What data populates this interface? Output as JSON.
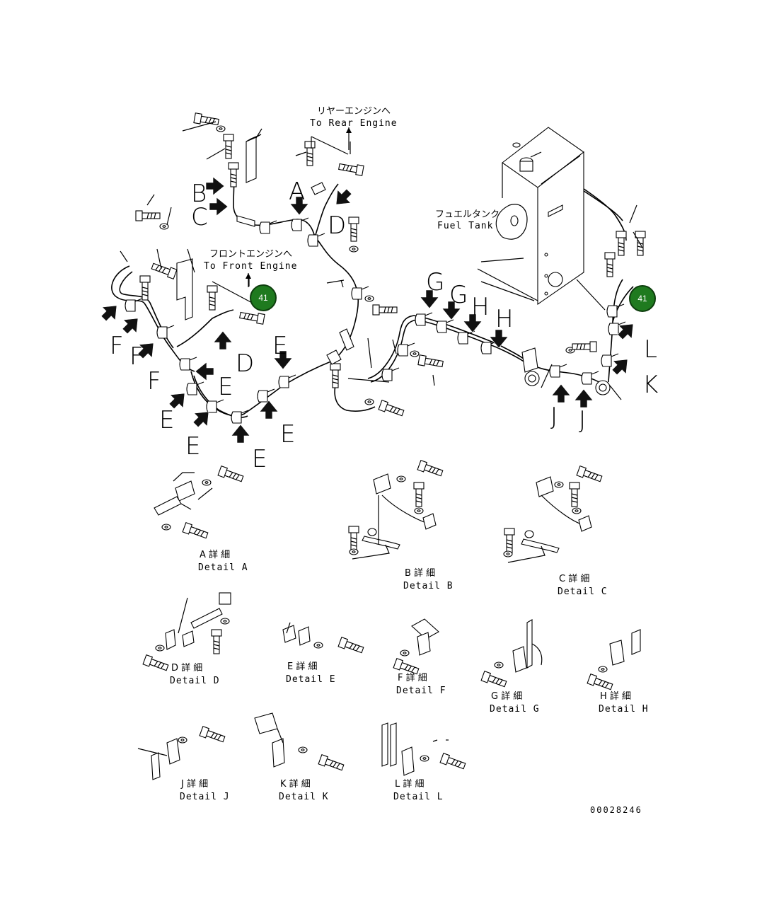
{
  "destinations": {
    "rear_jp": "リヤーエンジンへ",
    "rear_en": "To Rear Engine",
    "front_jp": "フロントエンジンへ",
    "front_en": "To Front Engine",
    "tank_jp": "フュエルタンク",
    "tank_en": "Fuel Tank"
  },
  "callouts": {
    "A": "A",
    "B": "B",
    "C": "C",
    "D": "D",
    "E": "E",
    "F": "F",
    "G": "G",
    "H": "H",
    "J": "J",
    "K": "K",
    "L": "L"
  },
  "badges": [
    "41",
    "41"
  ],
  "details": [
    {
      "jp": "A 詳 細",
      "en": "Detail A"
    },
    {
      "jp": "B 詳 細",
      "en": "Detail B"
    },
    {
      "jp": "C 詳 細",
      "en": "Detail C"
    },
    {
      "jp": "D 詳 細",
      "en": "Detail D"
    },
    {
      "jp": "E 詳 細",
      "en": "Detail E"
    },
    {
      "jp": "F 詳 細",
      "en": "Detail F"
    },
    {
      "jp": "G 詳 細",
      "en": "Detail G"
    },
    {
      "jp": "H 詳 細",
      "en": "Detail H"
    },
    {
      "jp": "J 詳 細",
      "en": "Detail J"
    },
    {
      "jp": "K 詳 細",
      "en": "Detail K"
    },
    {
      "jp": "L 詳 細",
      "en": "Detail L"
    }
  ],
  "drawing_code": "00028246",
  "colors": {
    "badge": "#1f7a1f",
    "line": "#000000",
    "background": "#ffffff"
  }
}
